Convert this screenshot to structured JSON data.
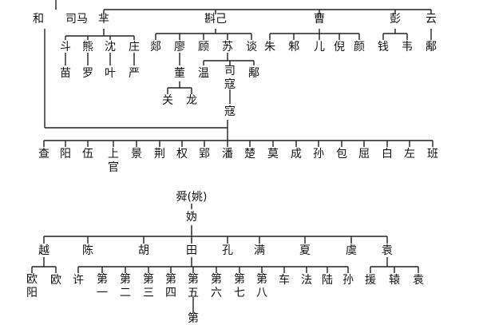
{
  "upper_tree": {
    "top_row": [
      "和",
      "司马",
      "芈",
      "斟己",
      "曹",
      "彭",
      "云"
    ],
    "zhan_ji_branch_1": [
      "郯",
      "廖",
      "顾",
      "苏",
      "谈"
    ],
    "yun_branch": [
      "钱",
      "韦",
      "鄅"
    ],
    "cao_branch": [
      "朱",
      "邾",
      "儿",
      "倪",
      "颜"
    ],
    "mi_branch_top": [
      "斗",
      "熊",
      "沈",
      "庄"
    ],
    "mi_branch_bottom": [
      "苗",
      "罗",
      "叶",
      "严"
    ],
    "su_branch": [
      "温",
      "司寇",
      "鄅2"
    ],
    "liao_branch": [
      "董"
    ],
    "dong_branch": [
      "关",
      "龙"
    ],
    "si_kou_branch": [
      "寇"
    ],
    "extra_row": [
      "查",
      "阳",
      "伍",
      "上官",
      "景",
      "荆",
      "权",
      "郢",
      "潘",
      "楚",
      "莫",
      "成",
      "孙",
      "包",
      "屈",
      "白",
      "左",
      "班"
    ]
  },
  "lower_tree": {
    "root": "舜(姚)",
    "child": "妫",
    "row1": [
      "越",
      "陈",
      "胡",
      "田",
      "孔",
      "满",
      "夏",
      "虞",
      "袁"
    ],
    "yue_branch": [
      "欧阳",
      "欧"
    ],
    "tian_branch": [
      "许",
      "第一",
      "第二",
      "第三",
      "第四",
      "第五",
      "第六",
      "第七",
      "第八",
      "车",
      "法",
      "陆",
      "孙"
    ],
    "yuan_branch": [
      "援",
      "辕",
      "袁2"
    ],
    "cut_off": "第"
  }
}
